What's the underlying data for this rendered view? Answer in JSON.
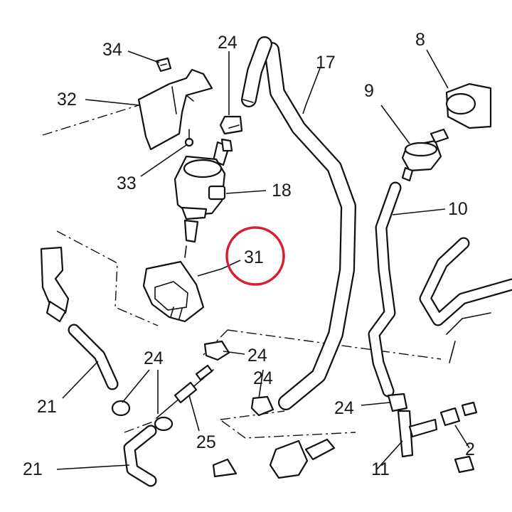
{
  "callouts": [
    {
      "key": "c34",
      "text": "34"
    },
    {
      "key": "c24a",
      "text": "24"
    },
    {
      "key": "c17",
      "text": "17"
    },
    {
      "key": "c8",
      "text": "8"
    },
    {
      "key": "c32",
      "text": "32"
    },
    {
      "key": "c9",
      "text": "9"
    },
    {
      "key": "c33",
      "text": "33"
    },
    {
      "key": "c18",
      "text": "18"
    },
    {
      "key": "c10",
      "text": "10"
    },
    {
      "key": "c31",
      "text": "31"
    },
    {
      "key": "c21a",
      "text": "21"
    },
    {
      "key": "c24b",
      "text": "24"
    },
    {
      "key": "c24c",
      "text": "24"
    },
    {
      "key": "c24d",
      "text": "24"
    },
    {
      "key": "c25",
      "text": "25"
    },
    {
      "key": "c24e",
      "text": "24"
    },
    {
      "key": "c21b",
      "text": "21"
    },
    {
      "key": "c11",
      "text": "11"
    },
    {
      "key": "c2",
      "text": "2"
    }
  ],
  "highlight": {
    "callout": "31",
    "color": "#d62030"
  }
}
